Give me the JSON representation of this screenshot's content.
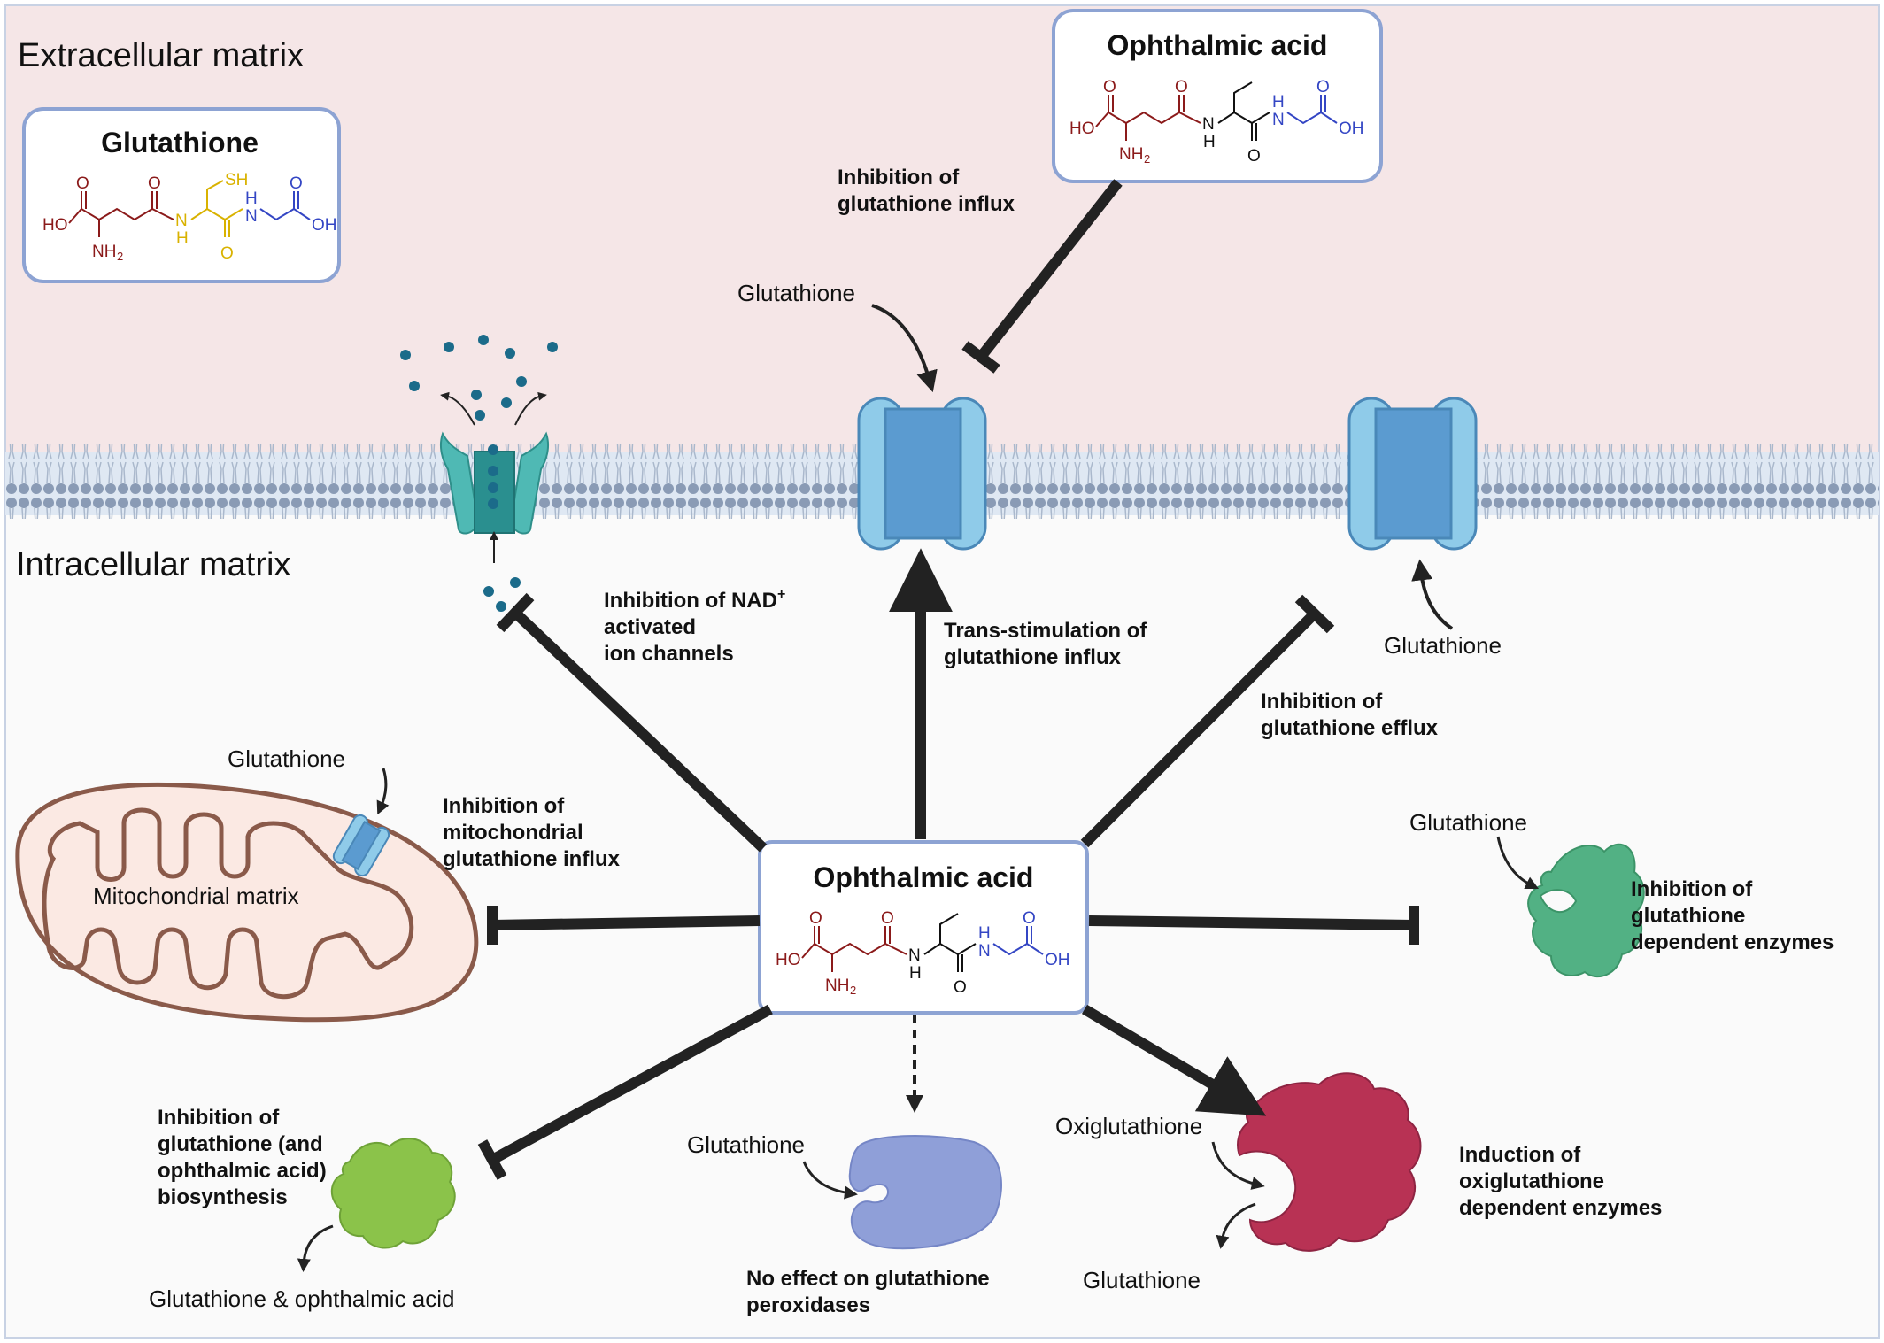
{
  "regions": {
    "extracellular": "Extracellular matrix",
    "intracellular": "Intracellular matrix",
    "mitochondrial": "Mitochondrial matrix"
  },
  "boxes": {
    "glutathione_title": "Glutathione",
    "ophthalmic_top_title": "Ophthalmic acid",
    "ophthalmic_center_title": "Ophthalmic acid"
  },
  "chem": {
    "ho": "HO",
    "oh": "OH",
    "o": "O",
    "n": "N",
    "h": "H",
    "nh": "NH",
    "two": "2",
    "sh": "SH"
  },
  "molecules": {
    "glutathione": "Glutathione",
    "oxiglutathione": "Oxiglutathione",
    "glutathione_and_ophthalmic": "Glutathione & ophthalmic acid"
  },
  "effects": {
    "influx_inhibition": [
      "Inhibition of",
      "glutathione influx"
    ],
    "nad_channels": [
      "Inhibition of NAD",
      "activated",
      "ion channels"
    ],
    "nad_superscript": "+",
    "trans_stimulation": [
      "Trans-stimulation of",
      "glutathione influx"
    ],
    "efflux_inhibition": [
      "Inhibition of",
      "glutathione efflux"
    ],
    "mito_influx": [
      "Inhibition of",
      "mitochondrial",
      "glutathione influx"
    ],
    "dependent_enzymes": [
      "Inhibition of",
      "glutathione",
      "dependent enzymes"
    ],
    "biosynthesis": [
      "Inhibition of",
      "glutathione (and",
      "ophthalmic acid)",
      "biosynthesis"
    ],
    "peroxidases": [
      "No effect on glutathione",
      "peroxidases"
    ],
    "oxi_induction": [
      "Induction of",
      "oxiglutathione",
      "dependent enzymes"
    ]
  },
  "colors": {
    "extracellular_bg": "#f5e6e7",
    "intracellular_bg": "#fafafa",
    "membrane_head": "#8a9bb5",
    "membrane_band": "#dfe8f3",
    "box_border": "#8da3d3",
    "transporter_light": "#8fcbe9",
    "transporter_dark": "#5b9bd0",
    "channel": "#4fb9b4",
    "dots": "#1b6b8a",
    "glutamate_red": "#8b1a1a",
    "cysteine_yellow": "#d9b200",
    "glycine_blue": "#3446c4",
    "abu_black": "#111111",
    "green_enzyme": "#52b184",
    "lime_enzyme": "#8bc34a",
    "purple_enzyme": "#8f9fd8",
    "crimson_enzyme": "#b83254",
    "mito_fill": "#fbe9e3",
    "mito_outline": "#8a5a4a"
  },
  "icons": [
    "arrow",
    "inhibition-bar",
    "transporter",
    "ion-channel",
    "mitochondrion",
    "enzyme",
    "molecule-dots"
  ]
}
